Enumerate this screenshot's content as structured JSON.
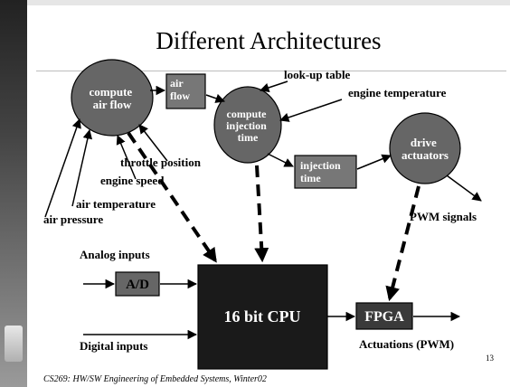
{
  "slide": {
    "title": "Different Architectures",
    "footer": "CS269: HW/SW Engineering of Embedded Systems, Winter02",
    "page_number": "13"
  },
  "nodes": {
    "compute_air_flow": [
      "compute",
      "air flow"
    ],
    "compute_injection_time": [
      "compute",
      "injection",
      "time"
    ],
    "drive_actuators": [
      "drive",
      "actuators"
    ],
    "air_flow_box": [
      "air",
      "flow"
    ],
    "injection_time_box": [
      "injection",
      "time"
    ],
    "ad": "A/D",
    "cpu": "16 bit CPU",
    "fpga": "FPGA"
  },
  "labels": {
    "lookup_table": "look-up table",
    "engine_temperature": "engine temperature",
    "throttle_position": "throttle position",
    "engine_speed": "engine speed",
    "air_temperature": "air temperature",
    "air_pressure": "air pressure",
    "pwm_signals": "PWM signals",
    "analog_inputs": "Analog inputs",
    "digital_inputs": "Digital inputs",
    "actuations": "Actuations (PWM)"
  },
  "colors": {
    "ellipse_fill": "#666666",
    "box_fill": "#777777",
    "cpu_fill": "#1a1a1a",
    "ad_fill": "#666666",
    "fpga_fill": "#3a3a3a"
  }
}
